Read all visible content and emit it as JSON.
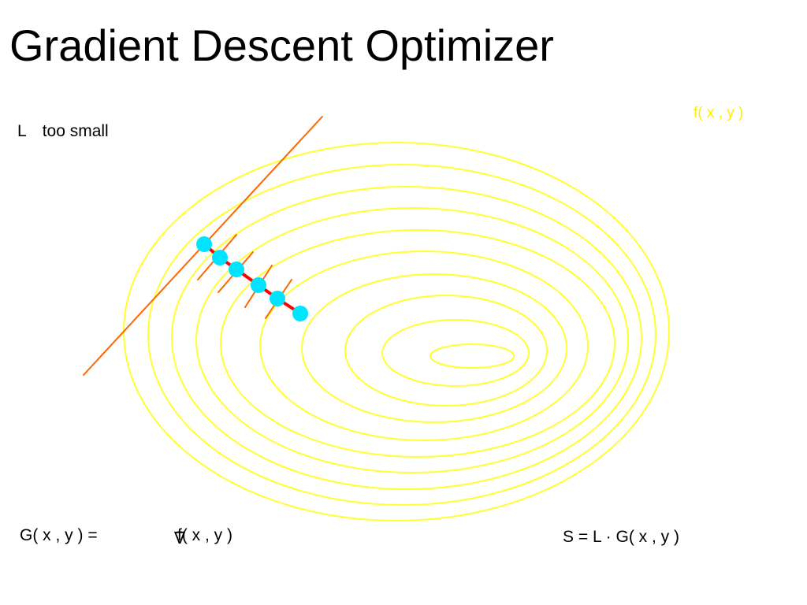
{
  "title": "Gradient Descent Optimizer",
  "surface_label": "f( x , y )",
  "learning_rate": {
    "symbol": "L",
    "note": "too small"
  },
  "gradient_definition": {
    "lhs": "G( x , y ) =",
    "nabla": "∇",
    "rhs": "f( x , y )"
  },
  "step_equation": "S = L · G( x , y )",
  "colors": {
    "contour": "#ffff33",
    "surface_label": "#ffee00",
    "tangent": "#ff6600",
    "step_arrow": "#ff0000",
    "point": "#00e5ff"
  },
  "icons": [
    "nabla-icon",
    "step-point-icon",
    "step-arrow-icon"
  ]
}
